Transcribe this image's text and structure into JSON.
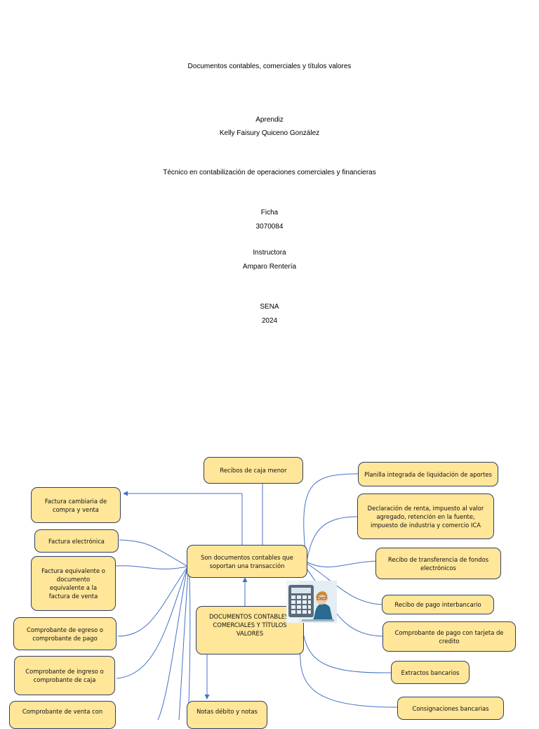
{
  "cover": {
    "title": "Documentos contables, comerciales y títulos valores",
    "role_label": "Aprendiz",
    "student_name": "Kelly Faisury Quiceno González",
    "program": "Técnico en contabilización de operaciones comerciales y financieras",
    "ficha_label": "Ficha",
    "ficha_number": "3070084",
    "instructor_label": "Instructora",
    "instructor_name": "Amparo Rentería",
    "institution": "SENA",
    "year": "2024"
  },
  "mindmap": {
    "center": "DOCUMENTOS CONTABLES,\nCOMERCIALES Y TÍTULOS\nVALORES",
    "hub": "Son documentos contables que\nsoportan una transacción",
    "left": [
      "Factura cambiaria de\ncompra y venta",
      "Factura electrónica",
      "Factura equivalente o\ndocumento\nequivalente a la\nfactura de venta",
      "Comprobante de egreso o\ncomprobante de pago",
      "Comprobante de ingreso o\ncomprobante de caja",
      "Comprobante de venta con"
    ],
    "top": "Recibos de caja menor",
    "right": [
      "Planilla integrada de liquidación de aportes",
      "Declaración de renta, impuesto al valor\nagregado, retención en la fuente,\nimpuesto de industria y comercio ICA",
      "Recibo de transferencia de fondos\nelectrónicos",
      "Recibo de pago interbancario",
      "Comprobante de pago con tarjeta de\ncredito",
      "Extractos bancarios",
      "Consignaciones bancarias"
    ],
    "bottom": "Notas débito y notas",
    "colors": {
      "box_fill": "#ffe699",
      "box_border": "#2f3f62",
      "connector": "#4472c4"
    },
    "illustration_icon": "accountant-with-calculator-icon"
  }
}
